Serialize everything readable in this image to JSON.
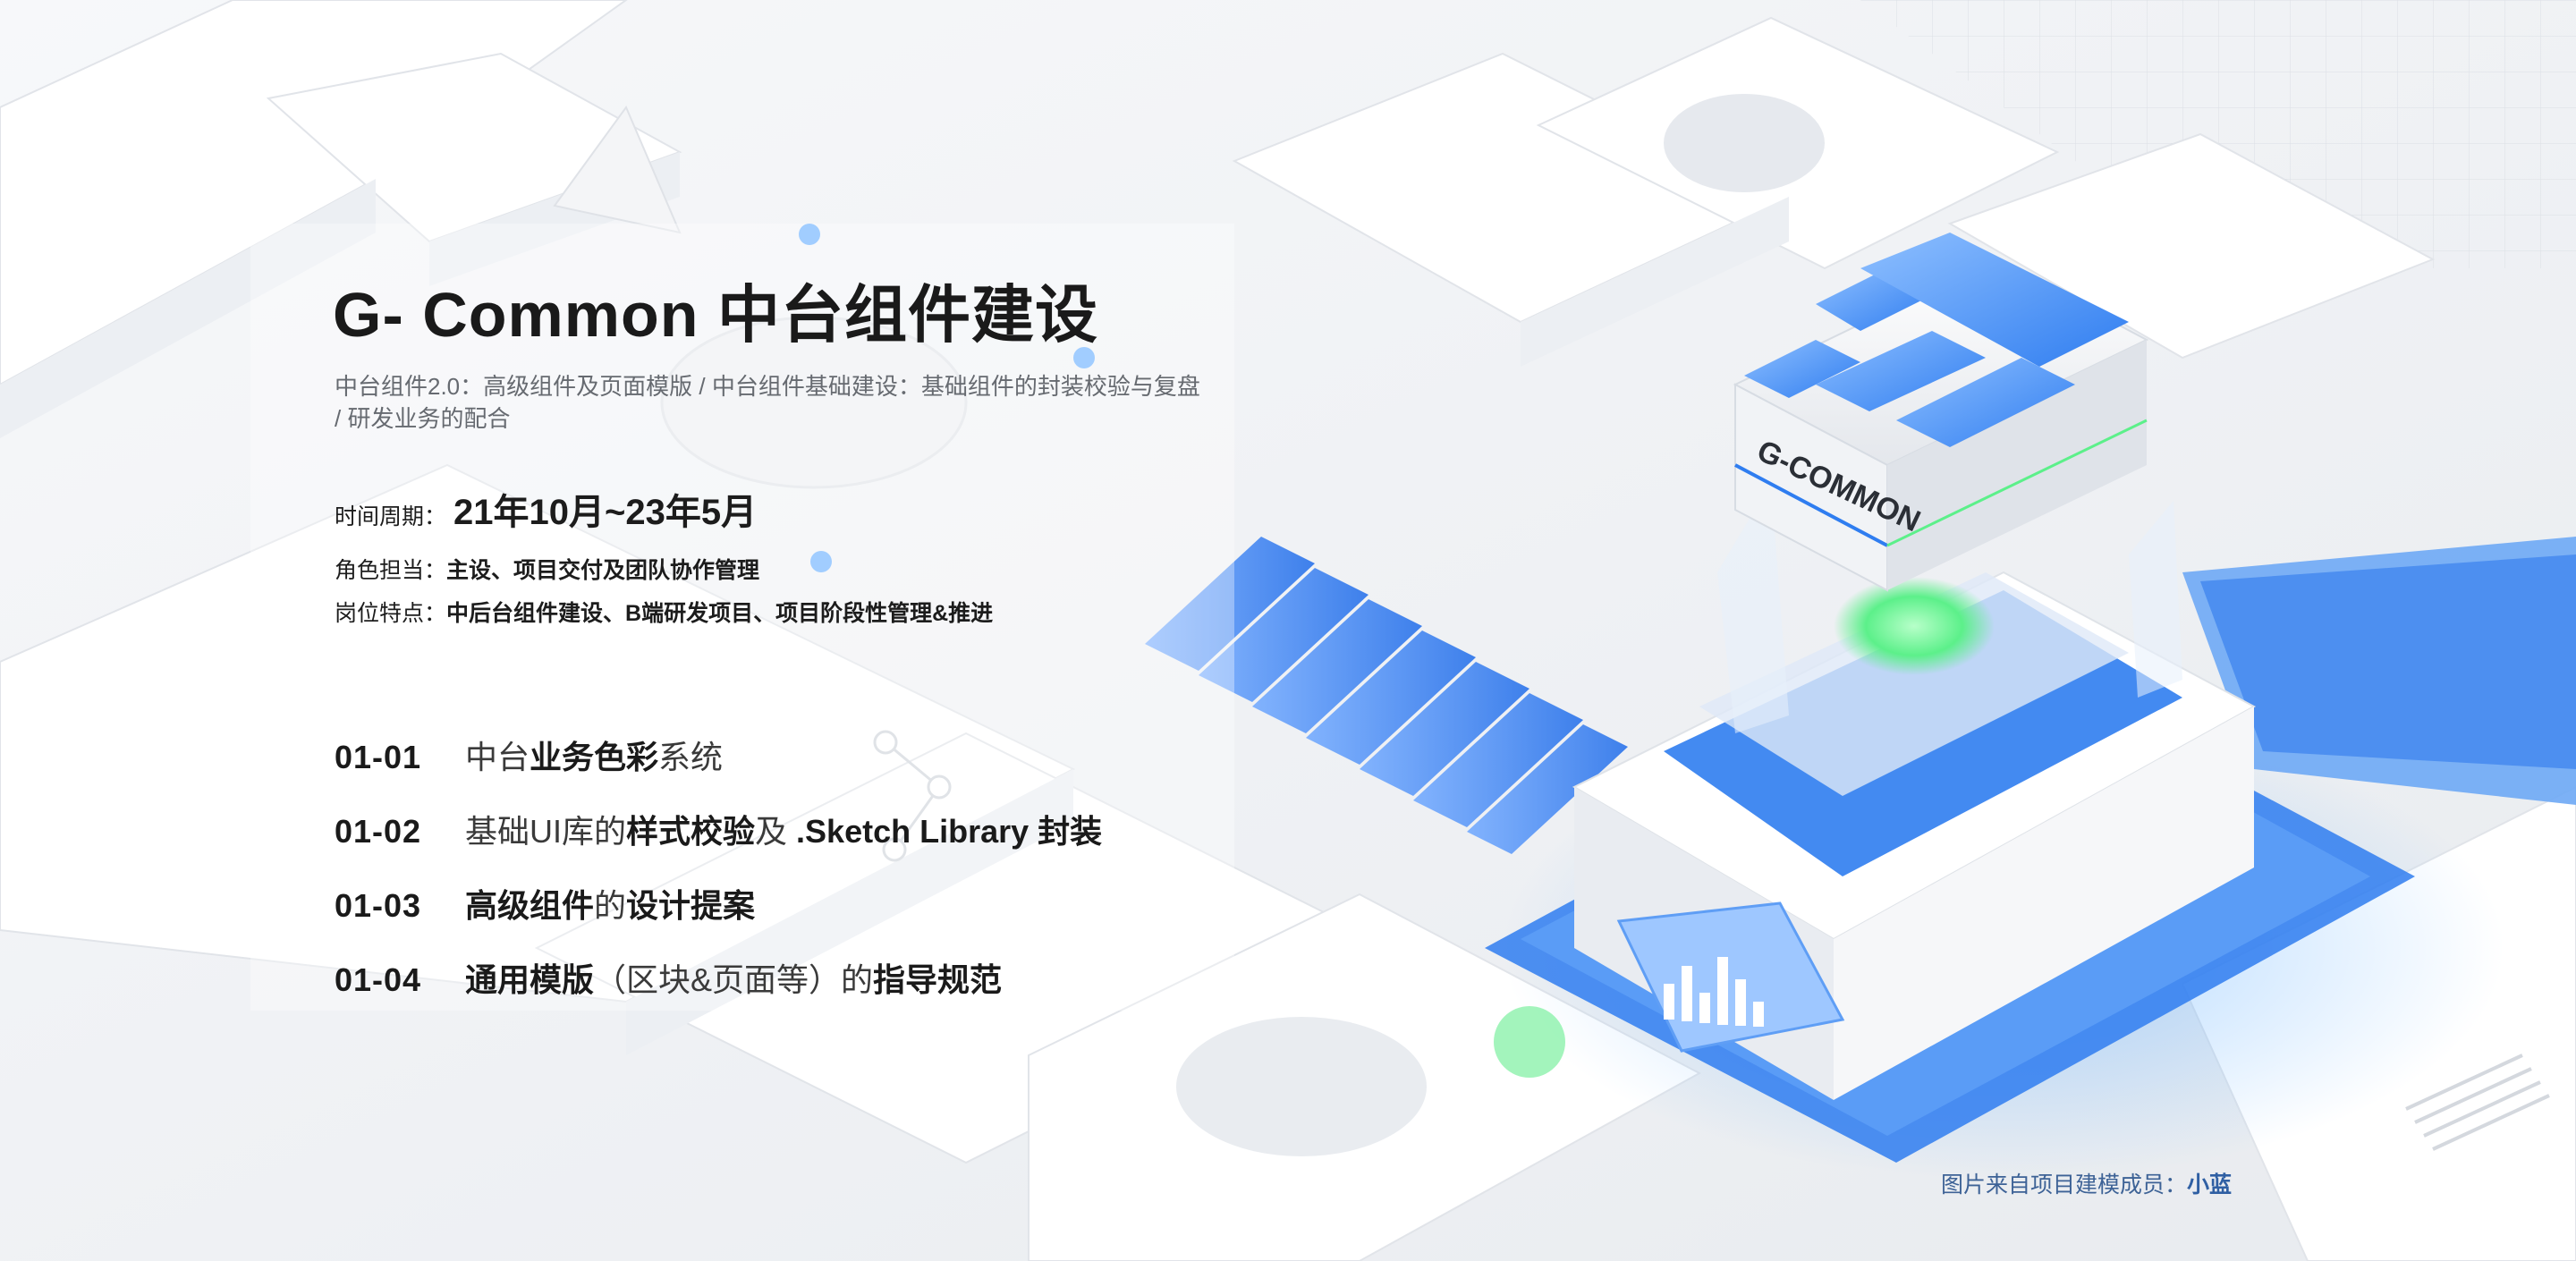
{
  "header": {
    "title": "G- Common 中台组件建设",
    "subtitle": "中台组件2.0：高级组件及页面模版 / 中台组件基础建设：基础组件的封装校验与复盘 / 研发业务的配合"
  },
  "meta": {
    "period_label": "时间周期：",
    "period_value": "21年10月~23年5月",
    "role_label": "角色担当：",
    "role_value": "主设、项目交付及团队协作管理",
    "feature_label": "岗位特点：",
    "feature_value": "中后台组件建设、B端研发项目、项目阶段性管理&推进"
  },
  "items": [
    {
      "num": "01-01",
      "p": [
        "中台",
        "业务色彩",
        "系统"
      ]
    },
    {
      "num": "01-02",
      "p": [
        "基础UI库的",
        "样式校验",
        "及 ",
        ".Sketch Library 封装"
      ]
    },
    {
      "num": "01-03",
      "p": [
        "高级组件",
        "的",
        "设计提案"
      ]
    },
    {
      "num": "01-04",
      "p": [
        "通用模版",
        "（区块&页面等）的",
        "指导规范"
      ]
    }
  ],
  "device": {
    "label": "G-COMMON"
  },
  "credit": {
    "label": "图片来自项目建模成员：",
    "name": "小蓝"
  },
  "colors": {
    "accent_blue": "#2f7df0",
    "glow_green": "#5cf08a",
    "text_dark": "#1a1a1a",
    "text_gray": "#666a70"
  }
}
